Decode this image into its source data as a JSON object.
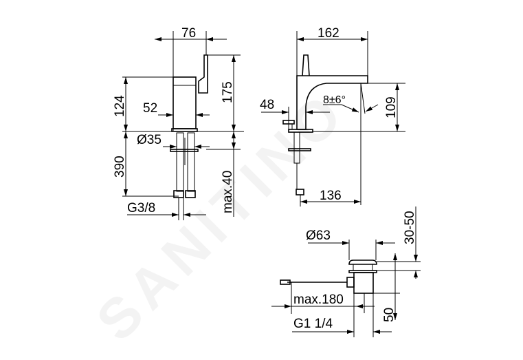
{
  "watermark": "SANITINO",
  "front_view": {
    "width_handle": "76",
    "height_body": "124",
    "height_total": "175",
    "body_width": "52",
    "mount_diameter": "Ø35",
    "hose_length": "390",
    "max_countertop": "max.40",
    "thread": "G3/8"
  },
  "side_view": {
    "projection": "162",
    "base_width": "48",
    "angle": "8±6°",
    "spout_height": "109",
    "reach": "136"
  },
  "drain_view": {
    "plug_diameter": "Ø63",
    "stroke": "30-50",
    "max_rod": "max.180",
    "body_height": "50",
    "thread": "G1 1/4"
  }
}
